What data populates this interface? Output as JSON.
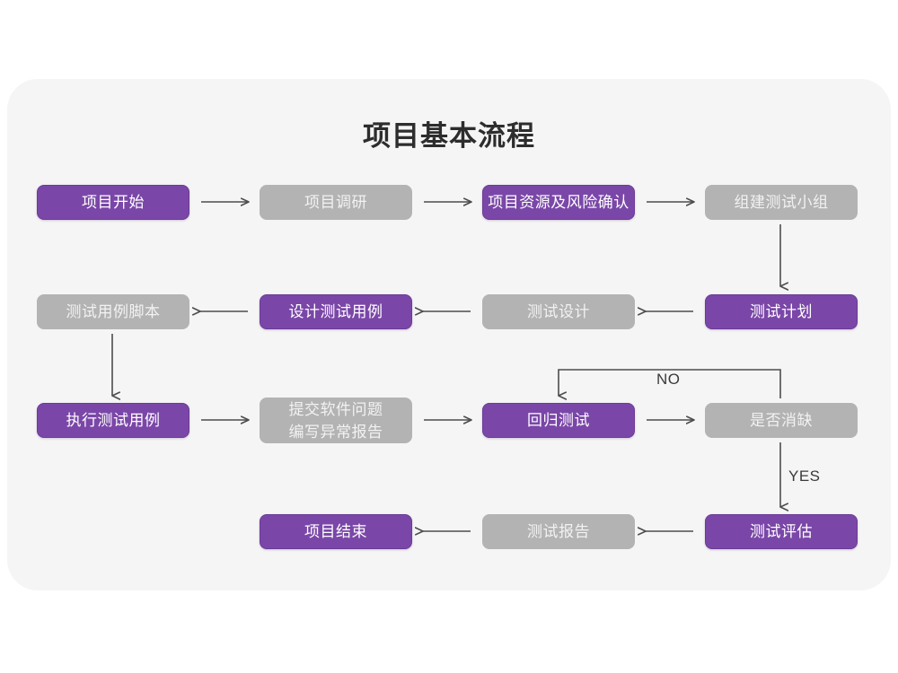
{
  "page": {
    "background_color": "#ffffff",
    "card_color": "#f5f5f5"
  },
  "title": "项目基本流程",
  "palette": {
    "purple_fill": "#7a47a8",
    "purple_border": "#6b3b96",
    "gray_fill": "#b3b3b3",
    "node_text_light": "#ffffff",
    "node_text_gray": "#f2f2f2",
    "arrow_color": "#4d4d4d",
    "title_color": "#2d2d2d"
  },
  "nodes": [
    {
      "id": "n1",
      "label": "项目开始",
      "style": "purple",
      "row": 1,
      "col": 1
    },
    {
      "id": "n2",
      "label": "项目调研",
      "style": "gray",
      "row": 1,
      "col": 2
    },
    {
      "id": "n3",
      "label": "项目资源及风险确认",
      "style": "purple",
      "row": 1,
      "col": 3
    },
    {
      "id": "n4",
      "label": "组建测试小组",
      "style": "gray",
      "row": 1,
      "col": 4
    },
    {
      "id": "n5",
      "label": "测试用例脚本",
      "style": "gray",
      "row": 2,
      "col": 1
    },
    {
      "id": "n6",
      "label": "设计测试用例",
      "style": "purple",
      "row": 2,
      "col": 2
    },
    {
      "id": "n7",
      "label": "测试设计",
      "style": "gray",
      "row": 2,
      "col": 3
    },
    {
      "id": "n8",
      "label": "测试计划",
      "style": "purple",
      "row": 2,
      "col": 4
    },
    {
      "id": "n9",
      "label": "执行测试用例",
      "style": "purple",
      "row": 3,
      "col": 1
    },
    {
      "id": "n10",
      "label": "提交软件问题\n编写异常报告",
      "style": "gray",
      "row": 3,
      "col": 2
    },
    {
      "id": "n11",
      "label": "回归测试",
      "style": "purple",
      "row": 3,
      "col": 3
    },
    {
      "id": "n12",
      "label": "是否消缺",
      "style": "gray",
      "row": 3,
      "col": 4
    },
    {
      "id": "n13",
      "label": "项目结束",
      "style": "purple",
      "row": 4,
      "col": 2
    },
    {
      "id": "n14",
      "label": "测试报告",
      "style": "gray",
      "row": 4,
      "col": 3
    },
    {
      "id": "n15",
      "label": "测试评估",
      "style": "purple",
      "row": 4,
      "col": 4
    }
  ],
  "edge_labels": {
    "no": "NO",
    "yes": "YES"
  }
}
